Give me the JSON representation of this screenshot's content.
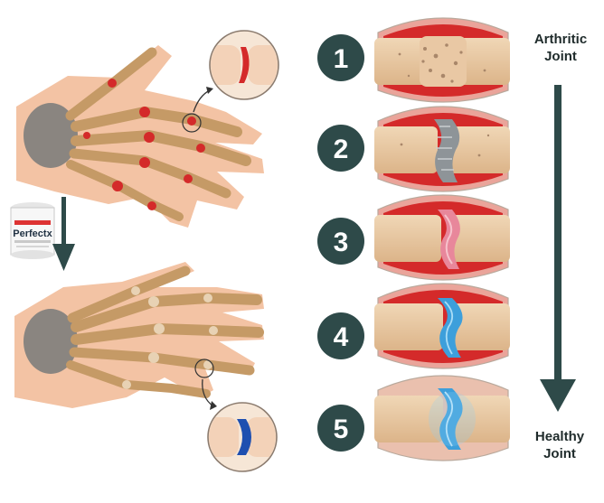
{
  "labels": {
    "top_line1": "Arthritic",
    "top_line2": "Joint",
    "bottom_line1": "Healthy",
    "bottom_line2": "Joint"
  },
  "steps": [
    "1",
    "2",
    "3",
    "4",
    "5"
  ],
  "product": {
    "brand": "Perfectx"
  },
  "colors": {
    "step_circle": "#2e4a49",
    "arrow": "#2e4a49",
    "skin": "#f3c3a4",
    "bone": "#c59a66",
    "inflammation": "#d42a2a",
    "healthy_cartilage": "#3d9fdb"
  },
  "icons": [
    "hand-skeleton-icon",
    "joint-zoom-icon",
    "product-jar-icon",
    "down-arrow-icon",
    "joint-cross-section-icon"
  ]
}
